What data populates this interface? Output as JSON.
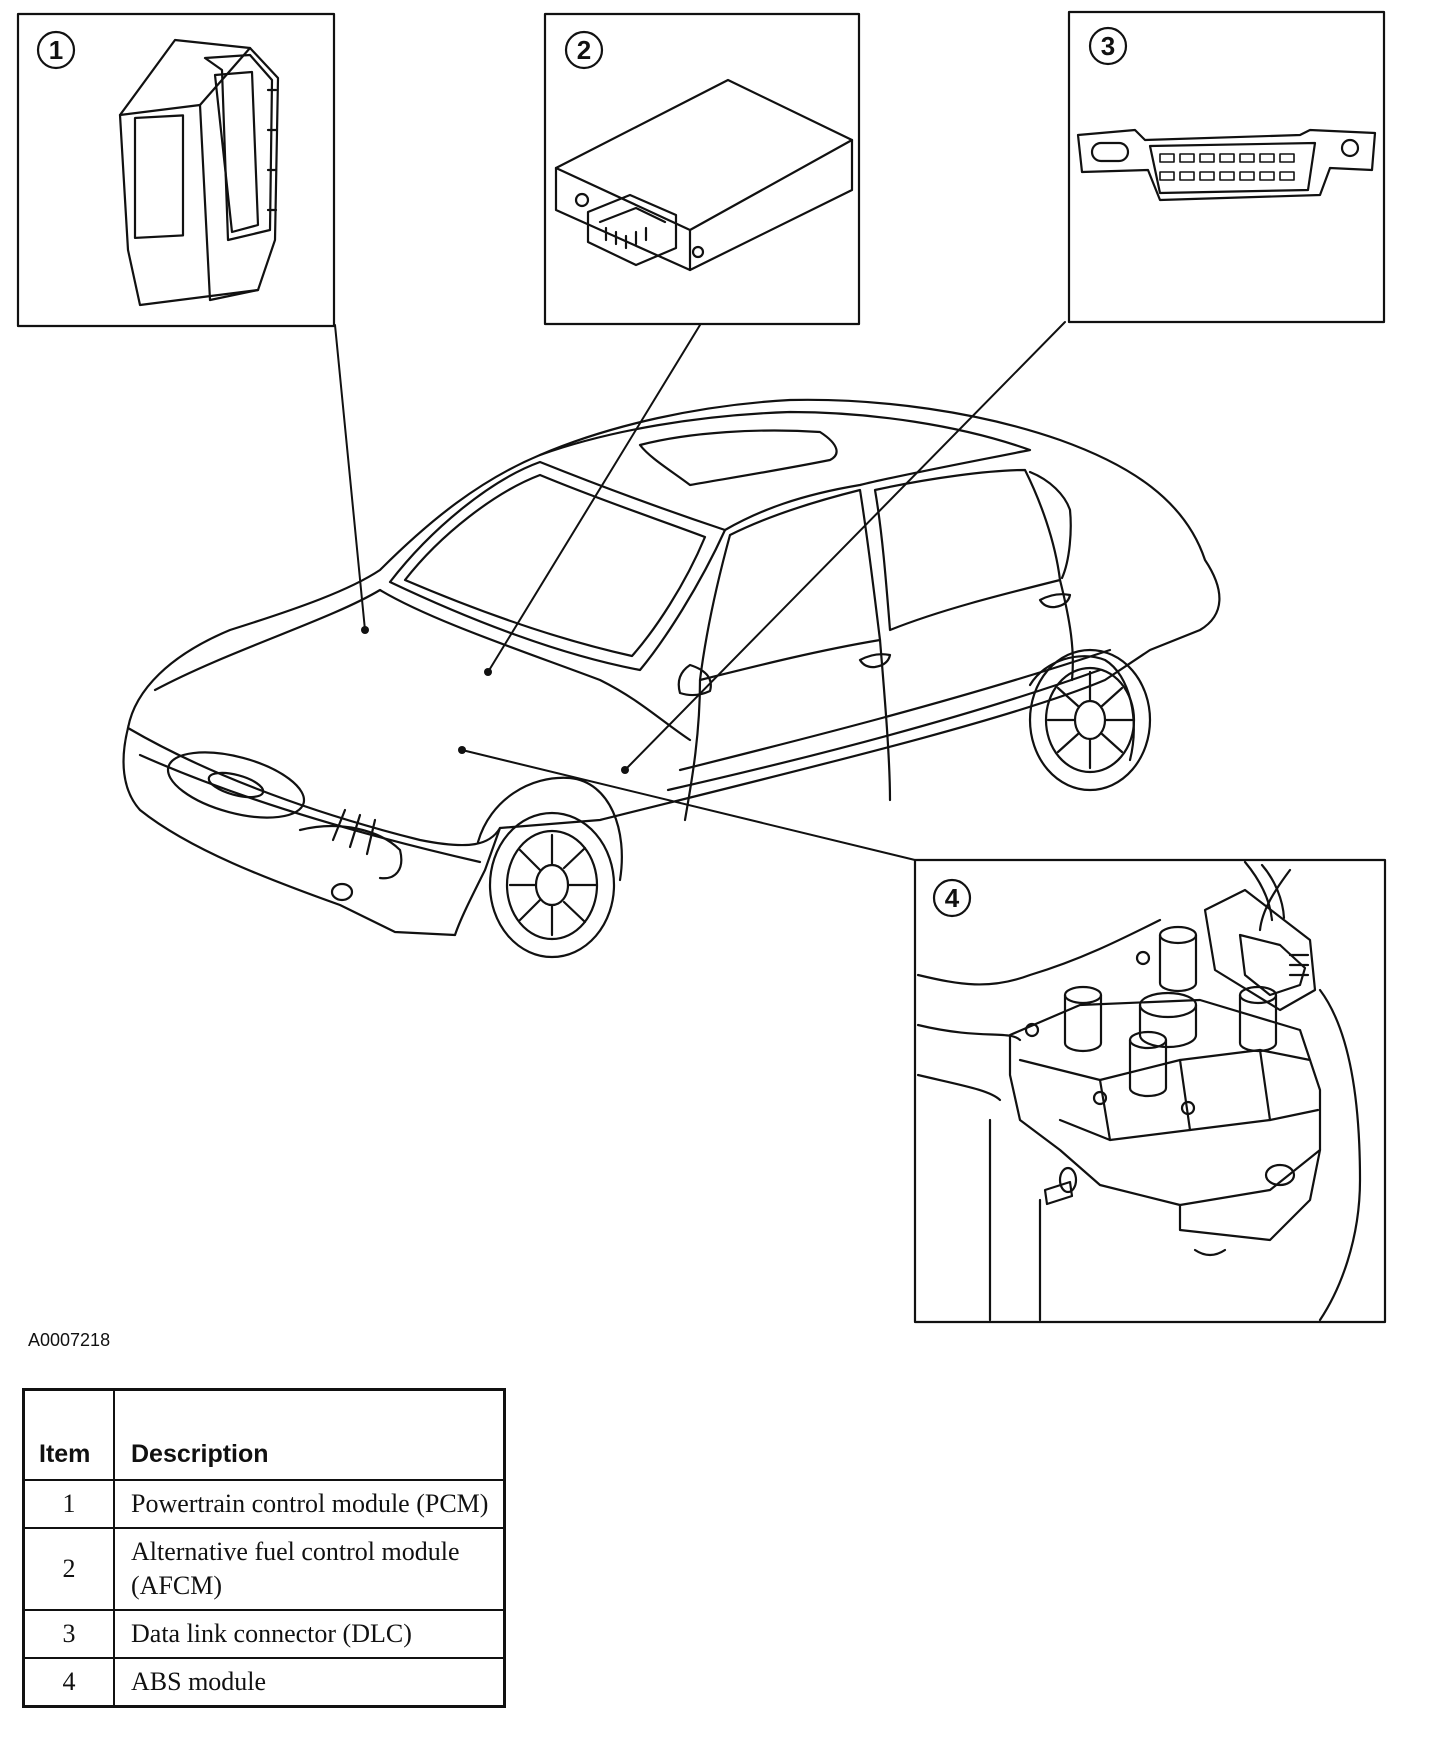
{
  "figure_id": "A0007218",
  "callouts": [
    "1",
    "2",
    "3",
    "4"
  ],
  "legend": {
    "headers": {
      "item": "Item",
      "description": "Description"
    },
    "rows": [
      {
        "item": "1",
        "description": "Powertrain control module (PCM)"
      },
      {
        "item": "2",
        "description": "Alternative fuel control module (AFCM)"
      },
      {
        "item": "3",
        "description": "Data link connector (DLC)"
      },
      {
        "item": "4",
        "description": "ABS module"
      }
    ]
  }
}
